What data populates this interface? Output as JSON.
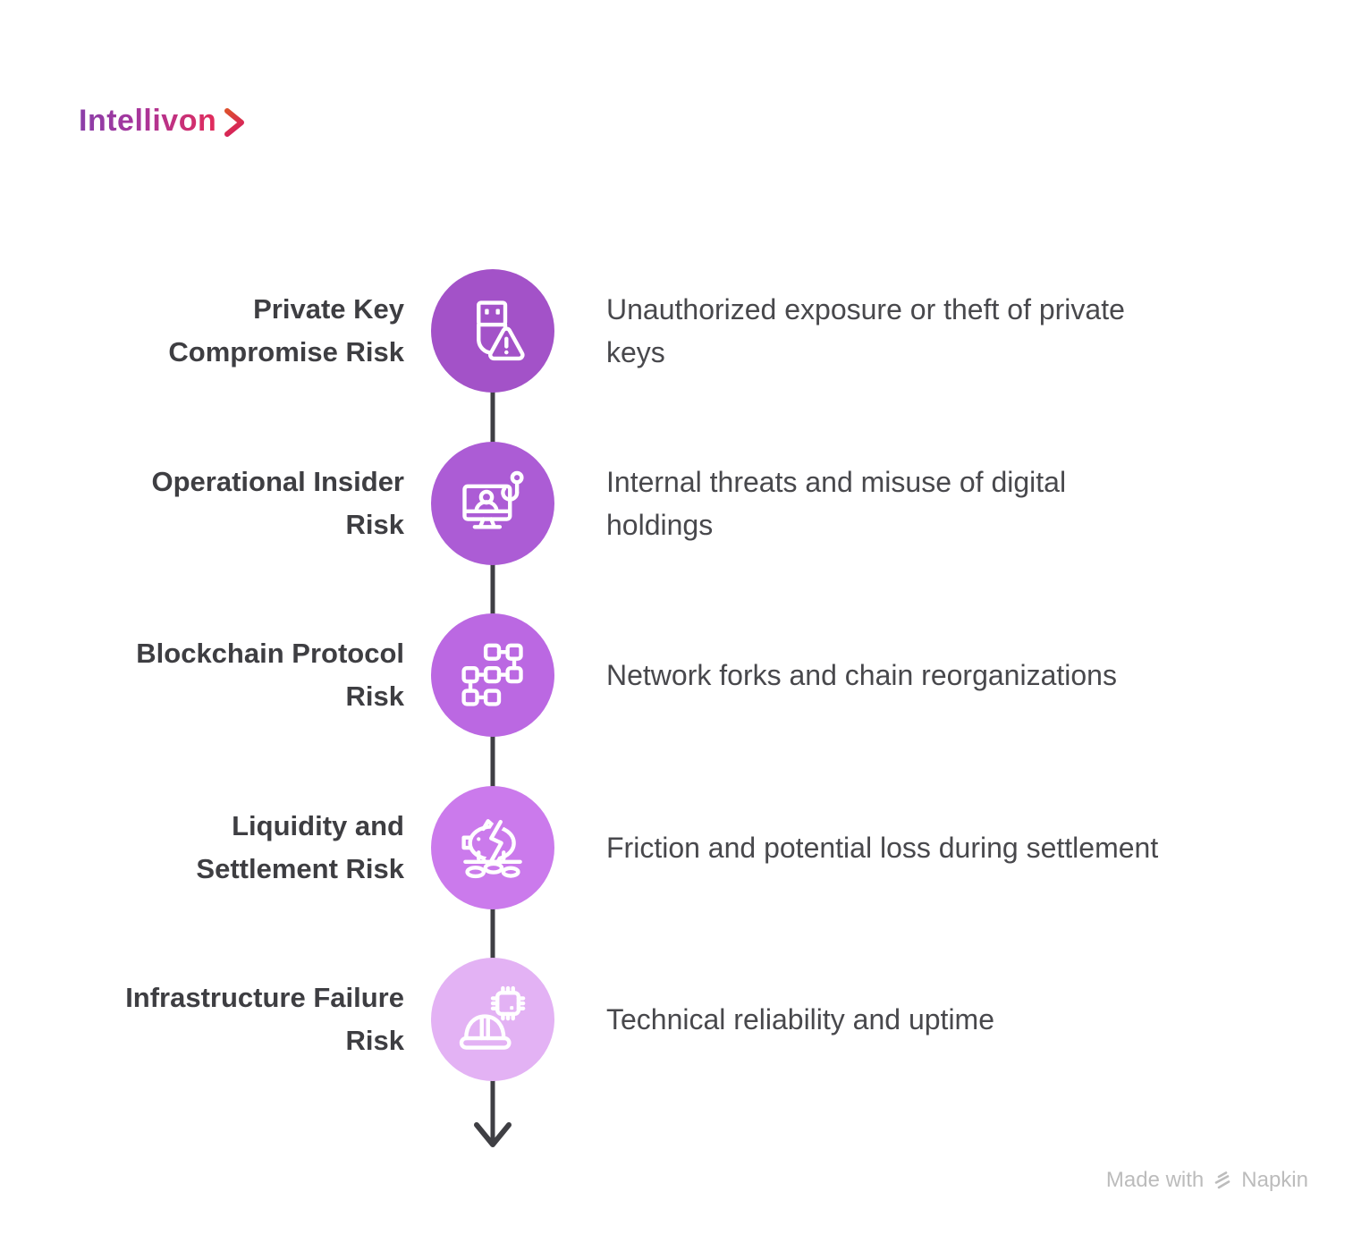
{
  "logo": {
    "brand": "Intellivon",
    "chevron_icon": "chevron-right-icon"
  },
  "rows": [
    {
      "title": "Private Key Compromise Risk",
      "title_lines": [
        "Private Key",
        "Compromise Risk"
      ],
      "description": "Unauthorized exposure or theft of private keys",
      "description_lines": [
        "Unauthorized exposure or theft of private",
        "keys"
      ],
      "icon": "usb-warning-icon",
      "circle_color": "#A352C8"
    },
    {
      "title": "Operational Insider Risk",
      "title_lines": [
        "Operational Insider",
        "Risk"
      ],
      "description": "Internal threats and misuse of digital holdings",
      "description_lines": [
        "Internal threats and misuse of digital",
        "holdings"
      ],
      "icon": "insider-monitor-hook-icon",
      "circle_color": "#AC5CD5"
    },
    {
      "title": "Blockchain Protocol Risk",
      "title_lines": [
        "Blockchain Protocol",
        "Risk"
      ],
      "description": "Network forks and chain reorganizations",
      "description_lines": [
        "Network forks and chain reorganizations"
      ],
      "icon": "blockchain-nodes-icon",
      "circle_color": "#BB68E2"
    },
    {
      "title": "Liquidity and Settlement Risk",
      "title_lines": [
        "Liquidity and",
        "Settlement Risk"
      ],
      "description": "Friction and potential loss during settlement",
      "description_lines": [
        "Friction and potential loss during settlement"
      ],
      "icon": "broken-piggy-bank-icon",
      "circle_color": "#CB7AEC"
    },
    {
      "title": "Infrastructure Failure Risk",
      "title_lines": [
        "Infrastructure Failure",
        "Risk"
      ],
      "description": "Technical reliability and uptime",
      "description_lines": [
        "Technical reliability and uptime"
      ],
      "icon": "hard-hat-chip-icon",
      "circle_color": "#E3B2F4"
    }
  ],
  "footer": {
    "made_with": "Made with",
    "brand": "Napkin",
    "brand_icon": "napkin-logo-icon"
  },
  "colors": {
    "background": "#ffffff",
    "title_text": "#3e3e42",
    "description_text": "#48484c",
    "timeline": "#3f3f44",
    "icon_stroke": "#ffffff",
    "logo_gradient_start": "#8a3fa8",
    "logo_gradient_end": "#e22c5a",
    "footer_text": "#bcbcbc"
  }
}
